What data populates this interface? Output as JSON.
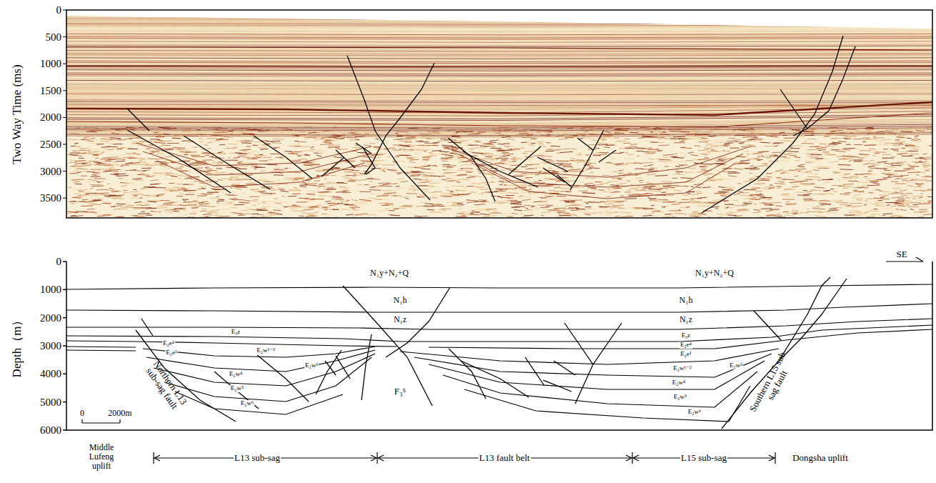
{
  "diagram": {
    "labels": [
      "0",
      "500",
      "1000",
      "1500",
      "2000",
      "2500",
      "3000",
      "3500",
      "Two Way Time (ms)",
      "0",
      "1000",
      "2000",
      "3000",
      "4000",
      "5000",
      "6000",
      "Depth（m）",
      "SE",
      "N₁y+N₂+Q",
      "N₁y+N₂+Q",
      "N₁h",
      "N₁h",
      "N₁z",
      "N₁z",
      "E₃z",
      "E₂e⁴",
      "E₂e¹",
      "E₂w¹⁻²",
      "E₂w³",
      "E₂w⁴",
      "E₂w⁵",
      "E₂w⁶",
      "E₃z",
      "E₂e⁴",
      "E₂e¹",
      "E₂w¹⁻²",
      "E₂w³",
      "E₂w⁴",
      "E₂w⁵",
      "E₂w⁶",
      "Northern L13 sub-sag fault",
      "F₃⁵",
      "Southern L15 sub-sag fault",
      "0",
      "2000m",
      "Middle Lufeng uplift",
      "L13 sub-sag",
      "L13 fault belt",
      "L15 sub-sag",
      "Dongsha uplift"
    ]
  }
}
